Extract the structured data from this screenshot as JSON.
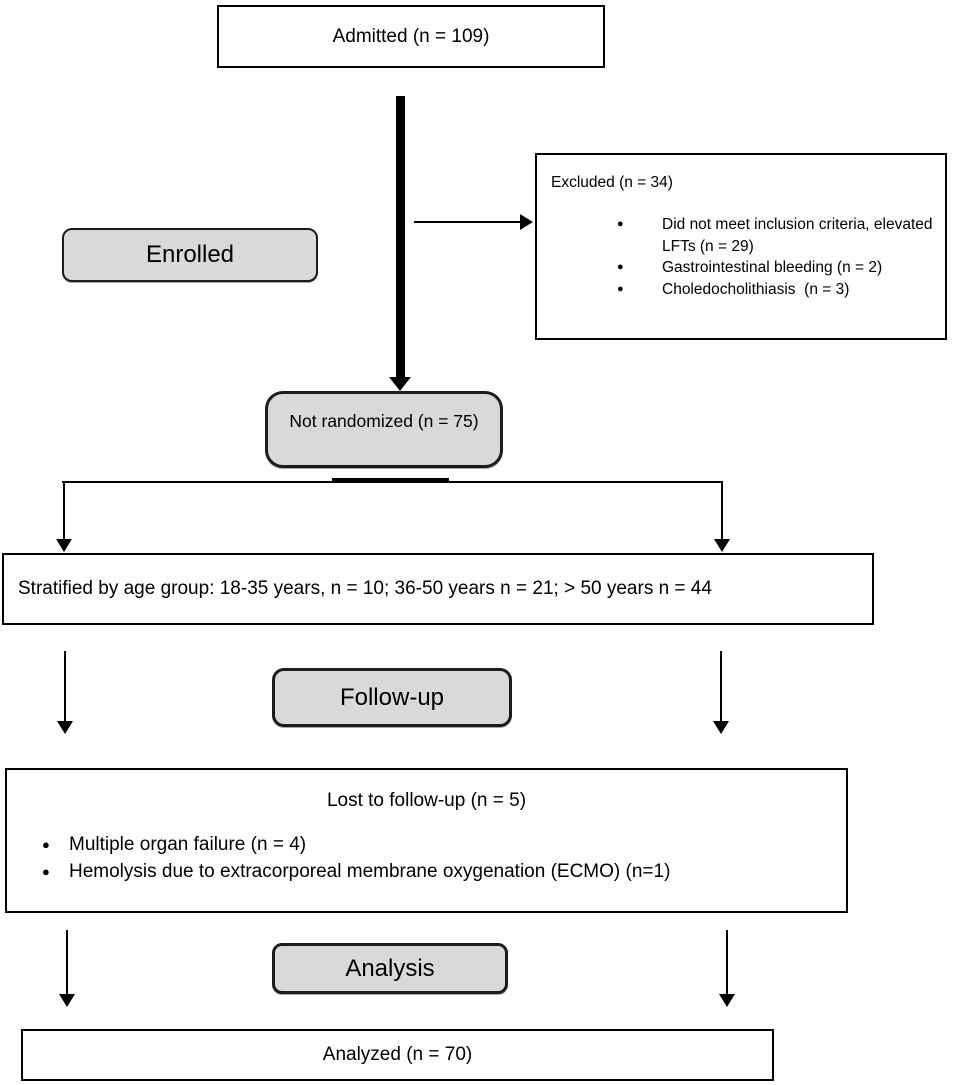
{
  "diagram": {
    "admitted": {
      "label": "Admitted (n = 109)"
    },
    "enrolled": {
      "label": "Enrolled"
    },
    "excluded": {
      "title": "Excluded (n = 34)",
      "items": [
        "Did not meet inclusion criteria, elevated LFTs (n = 29)",
        "Gastrointestinal bleeding (n = 2)",
        "Choledocholithiasis  (n = 3)"
      ]
    },
    "not_randomized": {
      "label": "Not randomized (n = 75)"
    },
    "stratified": {
      "label": "Stratified by age group: 18-35 years, n = 10; 36-50 years n = 21; > 50 years n = 44"
    },
    "follow_up": {
      "label": "Follow-up"
    },
    "lost_to_follow_up": {
      "title": "Lost to follow-up (n = 5)",
      "items": [
        "Multiple organ failure (n = 4)",
        "Hemolysis due to extracorporeal membrane oxygenation (ECMO) (n=1)"
      ]
    },
    "analysis": {
      "label": "Analysis"
    },
    "analyzed": {
      "label": "Analyzed (n = 70)"
    },
    "bullet_glyph": "●",
    "colors": {
      "stage_fill": "#d9d9d9",
      "line": "#000000",
      "background": "#ffffff"
    }
  }
}
